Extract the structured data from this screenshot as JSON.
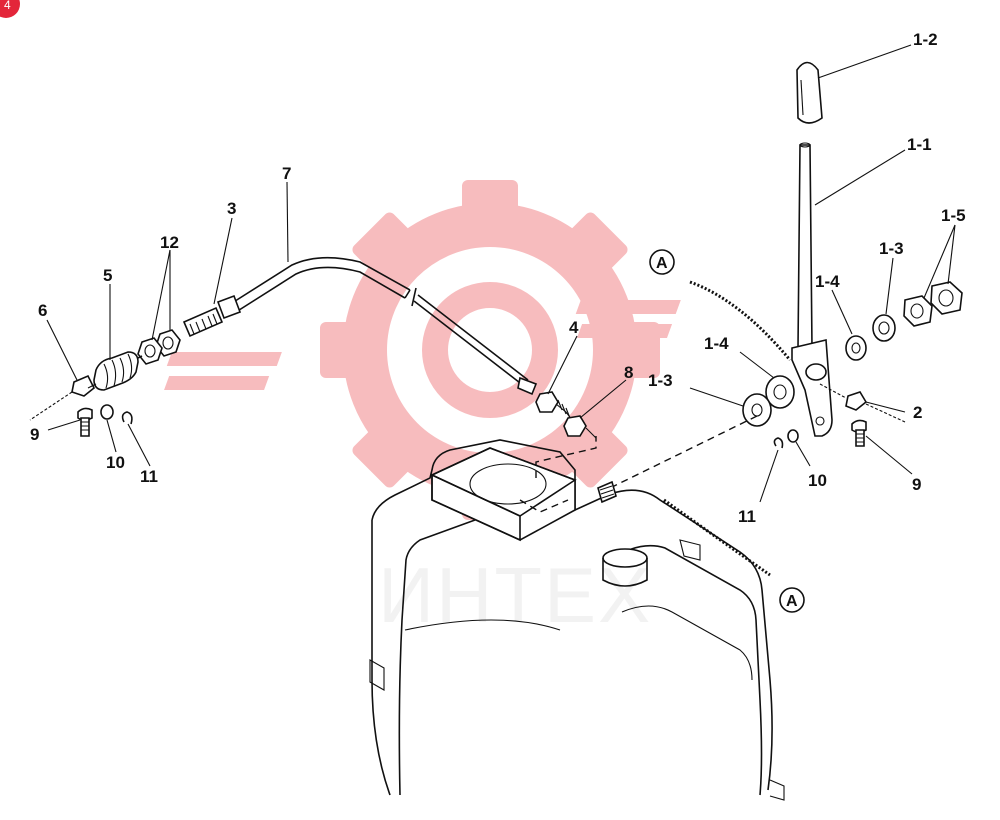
{
  "page_badge": "4",
  "watermark": {
    "text": "ИНТЕХ",
    "color": "#e94046"
  },
  "callouts": {
    "a_top": "A",
    "a_bottom": "A"
  },
  "labels": {
    "p1_2": "1-2",
    "p1_1": "1-1",
    "p1_5": "1-5",
    "p1_3_right": "1-3",
    "p1_4_upper": "1-4",
    "p1_4_lower": "1-4",
    "p1_3_left": "1-3",
    "p2": "2",
    "p9_right": "9",
    "p10_right": "10",
    "p11_right": "11",
    "p7": "7",
    "p3": "3",
    "p12": "12",
    "p5": "5",
    "p6": "6",
    "p4": "4",
    "p8": "8",
    "p9_left": "9",
    "p10_left": "10",
    "p11_left": "11"
  }
}
